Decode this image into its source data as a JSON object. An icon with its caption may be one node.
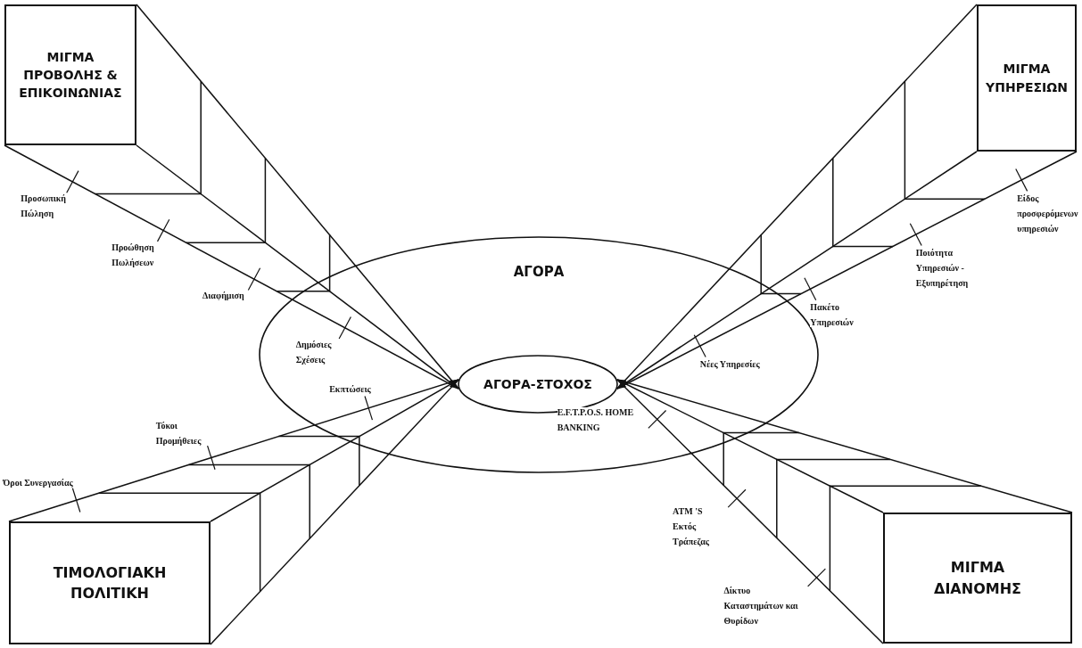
{
  "diagram": {
    "nodes": [
      {
        "text": [
          "ΑΓΟΡΑ"
        ]
      },
      {
        "text": [
          "ΑΓΟΡΑ-ΣΤΟΧΟΣ"
        ],
        "in": 0
      },
      {
        "text": [
          "ΜΙΓΜΑ ΠΡΟΒΟΛΗΣ & ΕΠΙΚΟΙΝΩΝΙΑΣ"
        ]
      },
      {
        "text": [
          "ΜΙΓΜΑ ΥΠΗΡΕΣΙΩΝ"
        ]
      },
      {
        "text": [
          "ΤΙΜΟΛΟΓΙΑΚΗ ΠΟΛΙΤΙΚΗ"
        ]
      },
      {
        "text": [
          "ΜΙΓΜΑ ΔΙΑΝΟΜΗΣ"
        ]
      }
    ],
    "edges": [
      {
        "from": 2,
        "to": 1,
        "arrow": "to"
      },
      {
        "from": 3,
        "to": 1,
        "arrow": "to"
      },
      {
        "from": 4,
        "to": 1,
        "arrow": "to"
      },
      {
        "from": 5,
        "to": 1,
        "arrow": "to"
      }
    ],
    "labels": [
      "Προσωπική Πώληση",
      "Προώθηση Πωλήσεων",
      "Διαφήμιση",
      "Δημόσιες Σχέσεις",
      "Νέες Υπηρεσίες",
      "Πακέτο Υπηρεσιών",
      "Ποιότητα Υπηρεσιών - Εξυπηρέτηση",
      "Είδος προσφερόμενων υπηρεσιών",
      "Τόκοι Προμήθειες",
      "Εκπτώσεις",
      "Όροι Συνεργασίας",
      "E.F.T.P.O.S. HOME BANKING",
      "ATM 'S Εκτός Τράπεζας",
      "Δίκτυο Καταστημάτων και Θυρίδων"
    ]
  }
}
